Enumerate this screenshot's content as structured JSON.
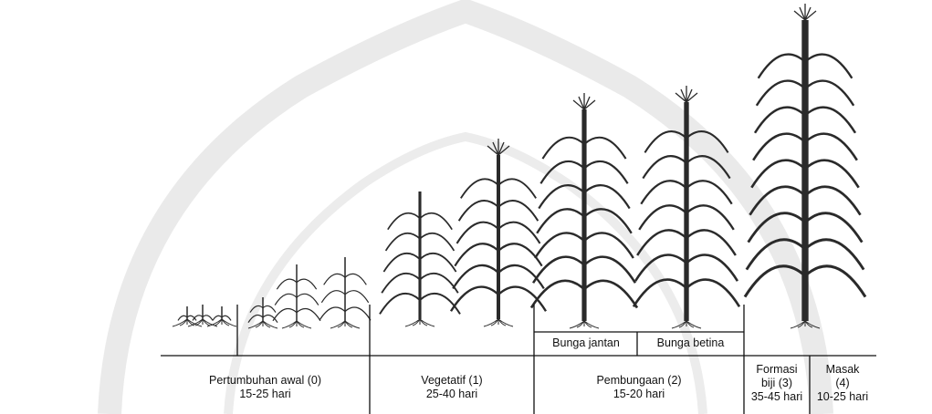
{
  "stages": [
    {
      "name": "Pertumbuhan awal (0)",
      "days": "15-25 hari"
    },
    {
      "name": "Vegetatif (1)",
      "days": "25-40 hari"
    },
    {
      "name": "Pembungaan (2)",
      "days": "15-20 hari"
    },
    {
      "name": "Formasi biji (3)",
      "name_line1": "Formasi",
      "name_line2": "biji (3)",
      "days": "35-45 hari"
    },
    {
      "name": "Masak (4)",
      "name_line1": "Masak",
      "name_line2": "(4)",
      "days": "10-25 hari"
    }
  ],
  "substages": [
    {
      "label": "Bunga jantan"
    },
    {
      "label": "Bunga betina"
    }
  ],
  "colors": {
    "ink": "#111111",
    "plant": "#2a2a2a",
    "watermark": "#e9e9e9"
  },
  "watermark_icon": "university-seal-icon"
}
